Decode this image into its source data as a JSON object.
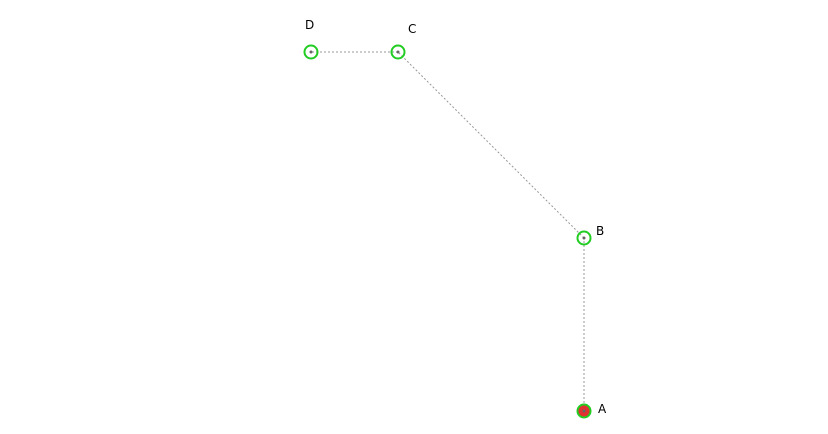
{
  "points": [
    {
      "label": "A",
      "start": true
    },
    {
      "label": "B",
      "start": false
    },
    {
      "label": "C",
      "start": false
    },
    {
      "label": "D",
      "start": false
    }
  ],
  "colors": {
    "ring": "#22cc22",
    "start_fill": "#e03030",
    "path": "#999999"
  }
}
